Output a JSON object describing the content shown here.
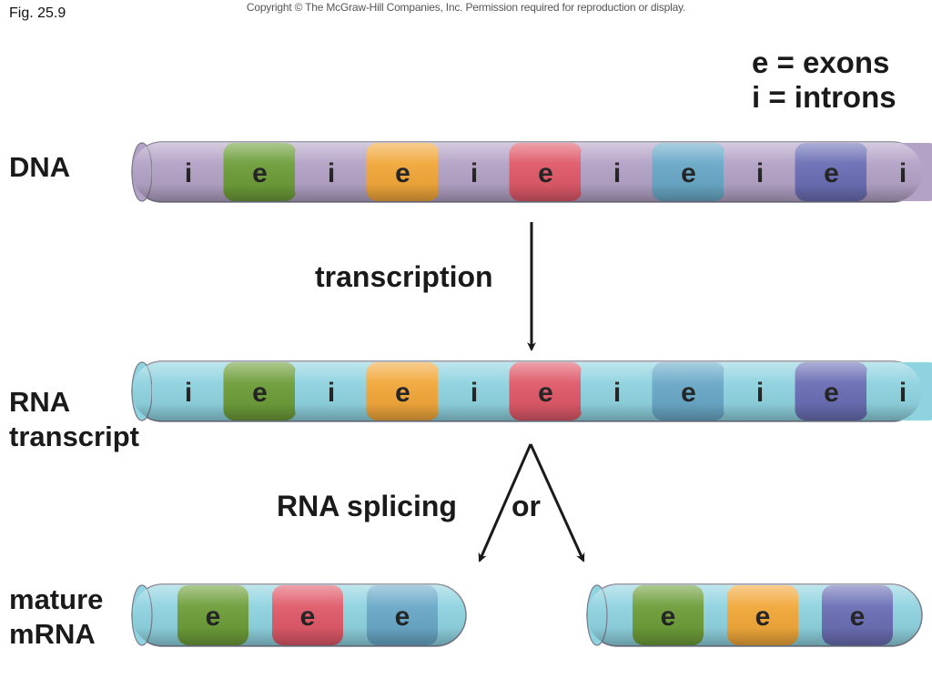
{
  "header": {
    "fig_label": "Fig. 25.9",
    "copyright": "Copyright © The McGraw-Hill Companies, Inc. Permission required for reproduction or display."
  },
  "legend": {
    "exons": "e = exons",
    "introns": "i = introns"
  },
  "labels": {
    "dna": "DNA",
    "rna_line1": "RNA",
    "rna_line2": "transcript",
    "mature_line1": "mature",
    "mature_line2": "mRNA"
  },
  "processes": {
    "transcription": "transcription",
    "splicing": "RNA splicing",
    "or": "or"
  },
  "colors": {
    "dna_intron": "#b3a2c6",
    "rna_intron": "#8fd3e0",
    "green": "#6e9e3a",
    "orange": "#f2a83b",
    "red": "#e05a6a",
    "blue": "#6aa9c8",
    "purple": "#6b6fb5",
    "arrow": "#1a1a1a"
  },
  "strands": {
    "dna": [
      {
        "t": "i",
        "c": "dna_intron"
      },
      {
        "t": "e",
        "c": "green"
      },
      {
        "t": "i",
        "c": "dna_intron"
      },
      {
        "t": "e",
        "c": "orange"
      },
      {
        "t": "i",
        "c": "dna_intron"
      },
      {
        "t": "e",
        "c": "red"
      },
      {
        "t": "i",
        "c": "dna_intron"
      },
      {
        "t": "e",
        "c": "blue"
      },
      {
        "t": "i",
        "c": "dna_intron"
      },
      {
        "t": "e",
        "c": "purple"
      },
      {
        "t": "i",
        "c": "dna_intron"
      }
    ],
    "rna": [
      {
        "t": "i",
        "c": "rna_intron"
      },
      {
        "t": "e",
        "c": "green"
      },
      {
        "t": "i",
        "c": "rna_intron"
      },
      {
        "t": "e",
        "c": "orange"
      },
      {
        "t": "i",
        "c": "rna_intron"
      },
      {
        "t": "e",
        "c": "red"
      },
      {
        "t": "i",
        "c": "rna_intron"
      },
      {
        "t": "e",
        "c": "blue"
      },
      {
        "t": "i",
        "c": "rna_intron"
      },
      {
        "t": "e",
        "c": "purple"
      },
      {
        "t": "i",
        "c": "rna_intron"
      }
    ],
    "mrna_left": [
      {
        "t": "e",
        "c": "green"
      },
      {
        "t": "e",
        "c": "red"
      },
      {
        "t": "e",
        "c": "blue"
      }
    ],
    "mrna_right": [
      {
        "t": "e",
        "c": "green"
      },
      {
        "t": "e",
        "c": "orange"
      },
      {
        "t": "e",
        "c": "purple"
      }
    ]
  }
}
